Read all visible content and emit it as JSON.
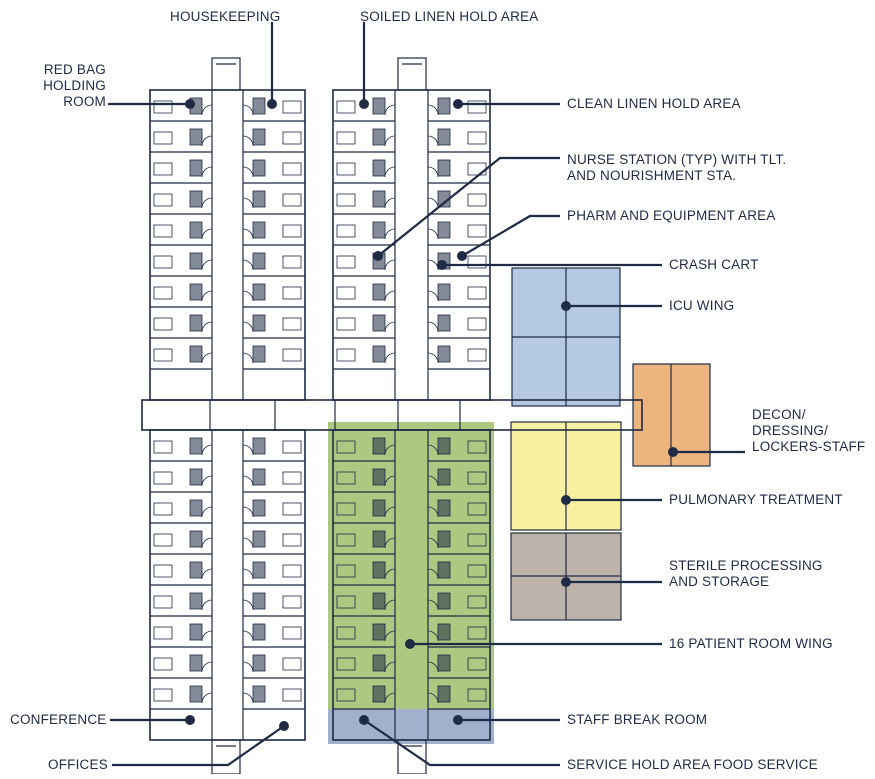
{
  "labels": {
    "housekeeping": "HOUSEKEEPING",
    "soiled_linen": "SOILED LINEN HOLD AREA",
    "red_bag": [
      "RED BAG",
      "HOLDING",
      "ROOM"
    ],
    "clean_linen": "CLEAN LINEN HOLD AREA",
    "nurse_station": [
      "NURSE STATION (TYP) WITH TLT.",
      "AND NOURISHMENT STA."
    ],
    "pharm_equipment": "PHARM AND EQUIPMENT AREA",
    "crash_cart": "CRASH CART",
    "icu_wing": "ICU WING",
    "decon": [
      "DECON/",
      "DRESSING/",
      "LOCKERS-STAFF"
    ],
    "pulmonary": "PULMONARY TREATMENT",
    "sterile": [
      "STERILE PROCESSING",
      "AND STORAGE"
    ],
    "patient_wing": "16 PATIENT ROOM WING",
    "conference": "CONFERENCE",
    "staff_break": "STAFF BREAK ROOM",
    "offices": "OFFICES",
    "service_hold": "SERVICE HOLD AREA FOOD SERVICE"
  },
  "colors": {
    "line": "#1f2a44",
    "icu": "#9db7d9",
    "decon": "#e9a86a",
    "pulmonary": "#f6ee8a",
    "sterile": "#b0a79b",
    "patient_wing": "#9fbe6a",
    "service": "#8fa3c4"
  }
}
